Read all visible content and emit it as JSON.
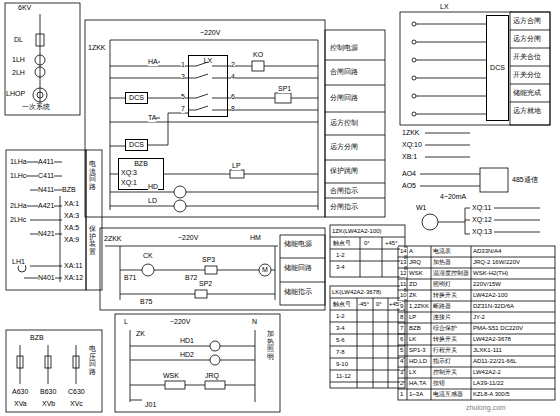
{
  "diagram": {
    "nodes": [
      {
        "text": [
          "LX"
        ]
      },
      {
        "text": [
          "DCS"
        ]
      },
      {
        "text": [
          "DCS"
        ]
      },
      {
        "text": [
          "BZB"
        ]
      },
      {
        "text": [
          "DCS"
        ]
      }
    ],
    "edges": [
      {
        "from": 1,
        "to": 0,
        "arrow": "none"
      },
      {
        "from": 2,
        "to": 0,
        "arrow": "none"
      }
    ],
    "labels": [
      "6KV",
      "DL",
      "1LH",
      "2LH",
      "LHOP",
      "一次系统",
      "~220V",
      "1ZKK",
      "HA",
      "1",
      "3",
      "5",
      "7",
      "2",
      "4",
      "6",
      "8",
      "TA",
      "KO",
      "SP1",
      "XQ:3",
      "XQ:1",
      "LP",
      "HD",
      "LD",
      "控制电源",
      "合闸回路",
      "分闸回路",
      "远方控制",
      "远方分闸",
      "保护跳闸",
      "合闸指示",
      "分闸指示",
      "LX",
      "远方合闸",
      "远方分闸",
      "开关合位",
      "开关分位",
      "储能完成",
      "远方就地",
      "1ZKK",
      "XQ:10",
      "XB:1",
      "AO4",
      "AO5",
      "4~20mA",
      "485通信",
      "W1",
      "XQ:11",
      "XQ:12",
      "XQ:13",
      "1LHa",
      "A411",
      "1LHc",
      "C411",
      "N411",
      "2LHa",
      "A421",
      "2LHc",
      "N421",
      "BZB",
      "XA:1",
      "XA:3",
      "XA:5",
      "XA:9",
      "XA:11",
      "XA:12",
      "LH1",
      "N401",
      "电流回路",
      "保护装置",
      "BZB",
      "A630",
      "B630",
      "C630",
      "XVa",
      "XVb",
      "XVc",
      "电压回路",
      "2ZKK",
      "~220V",
      "HM",
      "B71",
      "CK",
      "B72",
      "SP3",
      "M",
      "B75",
      "SP2",
      "储能电源",
      "储能回路",
      "储能指示",
      "~220V",
      "L",
      "N",
      "ZK",
      "HD1",
      "HD2",
      "WSK",
      "JRQ",
      "J01",
      "加热照明",
      "1ZK(LW42A2-100)",
      "触点号",
      "0°",
      "+45°",
      "1-2",
      "3-4",
      "LK(LW42A2-3678)",
      "触点号",
      "-45°",
      "0°",
      "+45°",
      "1-2",
      "3-4",
      "5-6",
      "7-8",
      "9-10",
      "11-12",
      "zhulong.com",
      "14",
      "A",
      "电流表",
      "AD33N/A4",
      "13",
      "JRQ",
      "加热器",
      "JRQ-2 16W/220V",
      "12",
      "WSK",
      "温湿度控制器",
      "WSK-H2(TH)",
      "11",
      "ZD",
      "照明灯",
      "220V/15W",
      "10",
      "ZK",
      "转换开关",
      "LW42A2-100",
      "9",
      "1,2ZKK",
      "断路器",
      "DZ31N-32D/6A",
      "8",
      "LP",
      "连接片",
      "JY-2",
      "7",
      "BZB",
      "综合保护",
      "PMA-S51 DC220V",
      "6",
      "LK",
      "转换开关",
      "LW42A2-3678",
      "5",
      "SP1-3",
      "行程开关",
      "JLXK1-111",
      "4",
      "HD,LD",
      "指示灯",
      "AD11-22/21-66L",
      "3",
      "LX",
      "控制开关",
      "LW42A2-2",
      "2",
      "HA,TA",
      "按钮",
      "LA39-11/22",
      "1",
      "1~3A",
      "电流互感器",
      "KZL8-A 300/5"
    ]
  }
}
